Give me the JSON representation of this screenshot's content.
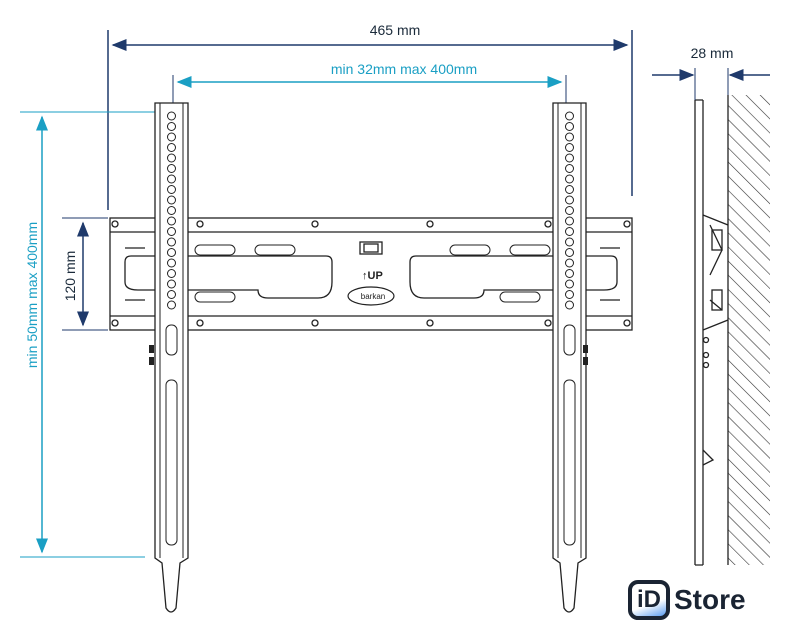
{
  "dimensions": {
    "overall_width": "465 mm",
    "vesa_horizontal": "min 32mm max 400mm",
    "vesa_vertical": "min 50mm max 400mm",
    "plate_height": "120 mm",
    "wall_distance": "28 mm"
  },
  "plate": {
    "up_label": "UP",
    "brand_logo": "barkan"
  },
  "watermark": {
    "badge": "iD",
    "name": "Store"
  },
  "colors": {
    "dark": "#1a2a3a",
    "cyan": "#1a9fc4",
    "navy": "#1f3a6b"
  }
}
